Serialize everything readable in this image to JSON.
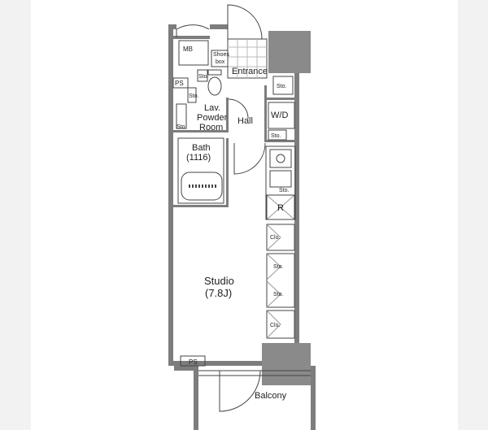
{
  "rooms": {
    "mb": "MB",
    "shoes_box_line1": "Shoes",
    "shoes_box_line2": "box",
    "entrance": "Entrance",
    "sto_entrance": "Sto.",
    "ps_top": "PS",
    "sto_small_a": "Sto.",
    "sto_small_b": "Sto.",
    "lav_line1": "Lav.",
    "lav_line2": "Powder",
    "lav_line3": "Room",
    "sto_lav": "Sto.",
    "hall": "Hall",
    "wd": "W/D",
    "sto_hall": "Sto.",
    "bath_line1": "Bath",
    "bath_line2": "(1116)",
    "sto_kitchen": "Sto.",
    "fridge": "R",
    "clo_1": "Clo.",
    "sto_1": "Sto.",
    "sto_2": "Sto.",
    "clo_2": "Clo.",
    "studio_line1": "Studio",
    "studio_line2": "(7.8J)",
    "ps_bottom": "PS",
    "balcony": "Balcony"
  },
  "colors": {
    "wall": "#7d7d7d",
    "column": "#8a8a8a",
    "line": "#444444",
    "background": "#ffffff"
  }
}
